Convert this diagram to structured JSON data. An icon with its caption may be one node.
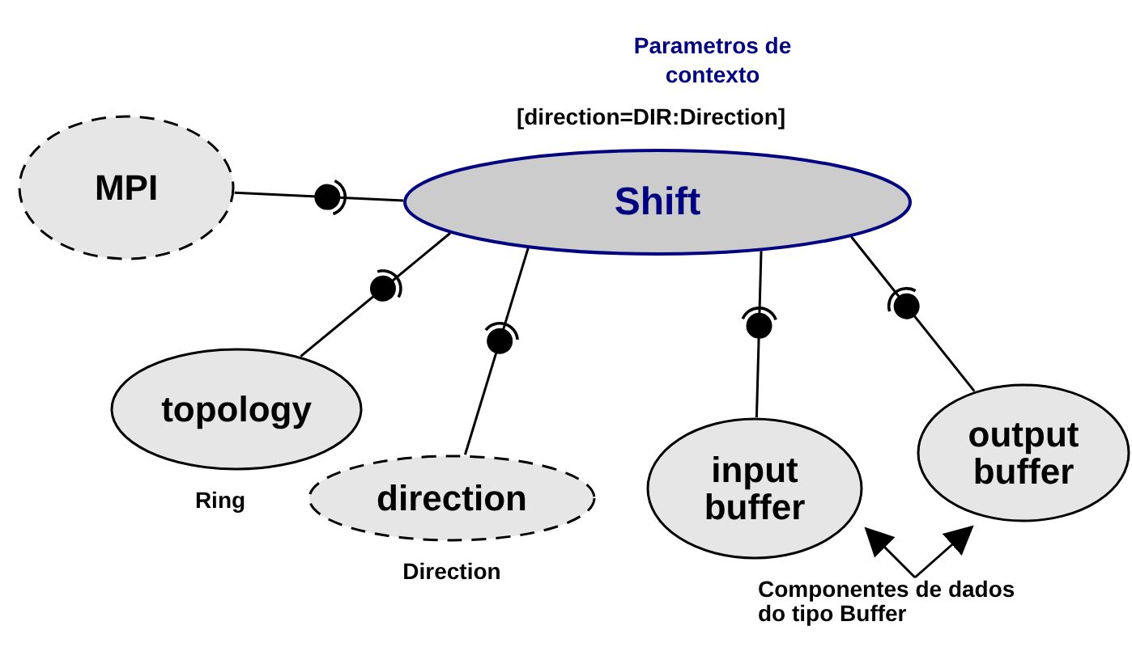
{
  "diagram": {
    "nodes": [
      {
        "text": [
          "Shift"
        ]
      },
      {
        "text": [
          "MPI"
        ]
      },
      {
        "text": [
          "topology"
        ],
        "beside": [
          "Ring"
        ]
      },
      {
        "text": [
          "direction"
        ],
        "beside": [
          "Direction"
        ]
      },
      {
        "text": [
          "input buffer"
        ]
      },
      {
        "text": [
          "output buffer"
        ]
      },
      {
        "text": [
          "Componentes de dados do tipo Buffer"
        ]
      }
    ],
    "edges": [
      {
        "from": 0,
        "to": 1,
        "arrow": "none"
      },
      {
        "from": 0,
        "to": 2,
        "arrow": "none"
      },
      {
        "from": 0,
        "to": 3,
        "arrow": "none"
      },
      {
        "from": 0,
        "to": 4,
        "arrow": "none"
      },
      {
        "from": 0,
        "to": 5,
        "arrow": "none"
      },
      {
        "from": 6,
        "to": 4,
        "arrow": "to"
      },
      {
        "from": 6,
        "to": 5,
        "arrow": "to"
      }
    ],
    "labels": [
      "Parametros de contexto",
      "[direction=DIR:Direction]"
    ]
  }
}
